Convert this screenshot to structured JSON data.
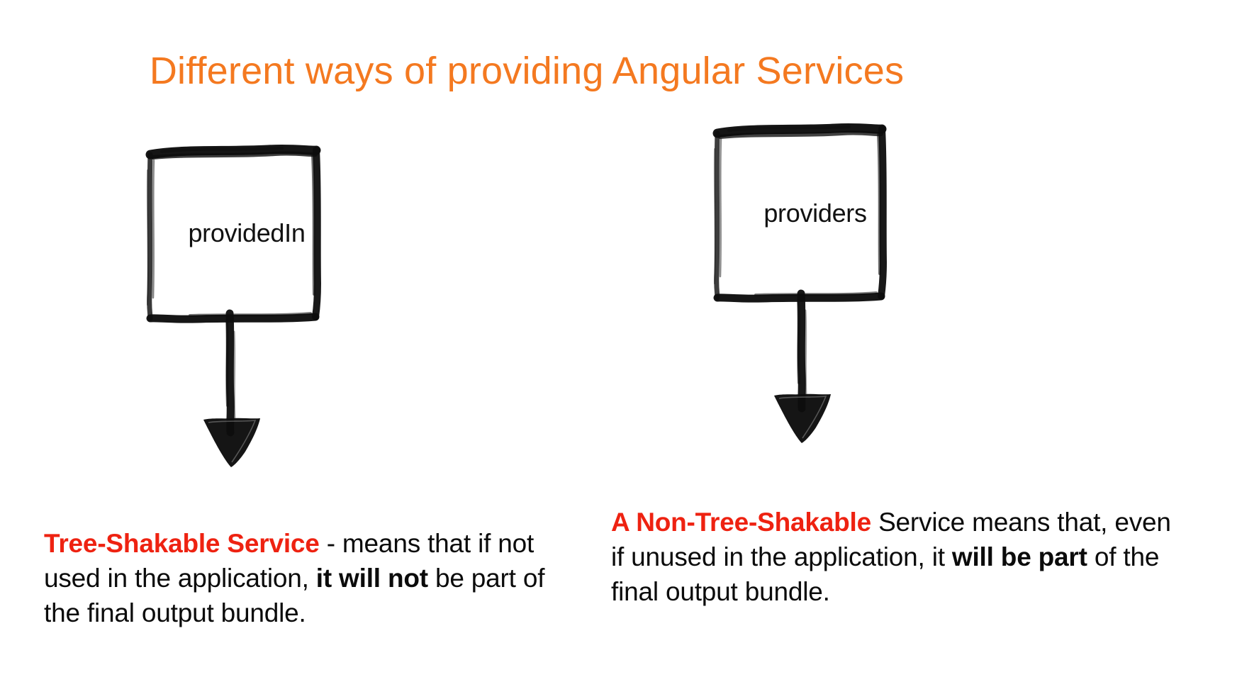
{
  "slide": {
    "title": "Different ways of providing Angular Services",
    "background_color": "#ffffff",
    "title_color": "#F47920",
    "highlight_color": "#EE2211",
    "ink_color": "#111111"
  },
  "diagram": {
    "type": "two-column-flow",
    "branches": [
      {
        "id": "provided-in",
        "box_label": "providedIn",
        "arrow": "down-arrow-icon",
        "caption": {
          "segments": [
            {
              "text": "Tree-Shakable Service",
              "style": "highlight"
            },
            {
              "text": " - means that if not used in the application, ",
              "style": "normal"
            },
            {
              "text": "it will not",
              "style": "emphasis"
            },
            {
              "text": " be part of the final output bundle.",
              "style": "normal"
            }
          ],
          "plain": "Tree-Shakable Service - means that if not used in the application, it will not be part of the final output bundle."
        }
      },
      {
        "id": "providers",
        "box_label": "providers",
        "arrow": "down-arrow-icon",
        "caption": {
          "segments": [
            {
              "text": "A Non-Tree-Shakable",
              "style": "highlight"
            },
            {
              "text": " Service means that, even if unused in the application, it ",
              "style": "normal"
            },
            {
              "text": "will be part",
              "style": "emphasis"
            },
            {
              "text": " of the final output bundle.",
              "style": "normal"
            }
          ],
          "plain": "A Non-Tree-Shakable Service means that, even if unused in the application, it will be part of the final output bundle."
        }
      }
    ]
  },
  "captions": {
    "left": {
      "hl": "Tree-Shakable Service",
      "mid1": " - means that if not used in the application, ",
      "em": "it will not",
      "tail": " be part of the final output bundle."
    },
    "right": {
      "hl": "A Non-Tree-Shakable",
      "mid1": " Service means that, even if unused in the application, it ",
      "em": "will be part",
      "tail": " of the final output bundle."
    }
  },
  "boxes": {
    "left_label": "providedIn",
    "right_label": "providers"
  }
}
